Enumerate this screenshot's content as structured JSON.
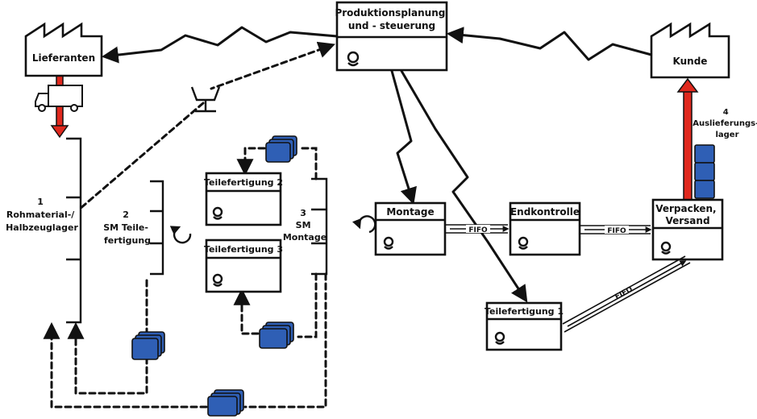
{
  "nodes": {
    "ppc": "Produktionsplanung\nund - steuerung",
    "supplier": "Lieferanten",
    "customer": "Kunde",
    "store1": "1\nRohmaterial-/\nHalbzeuglager",
    "store2": "2\nSM Teile-\nfertigung",
    "store3": "3\nSM\nMontage",
    "store4": "4\nAuslieferungs-\nlager",
    "tf2": "Teilefertigung 2",
    "tf3": "Teilefertigung 3",
    "montage": "Montage",
    "endkontrolle": "Endkontrolle",
    "verpacken": "Verpacken,\nVersand",
    "tf1": "Teilefertigung 1"
  },
  "fifo": [
    "FIFO",
    "FIFO",
    "FIFO"
  ],
  "icons": {
    "operator": "operator-icon",
    "factory": "factory-icon",
    "truck": "truck-icon",
    "kanban": "kanban-card-icon",
    "withdrawal": "withdrawal-cycle-icon",
    "schedule_post": "schedule-post-icon"
  },
  "colors": {
    "kanban": "#2f5fb5",
    "delivery_arrow": "#e0281d",
    "line": "#111111"
  }
}
